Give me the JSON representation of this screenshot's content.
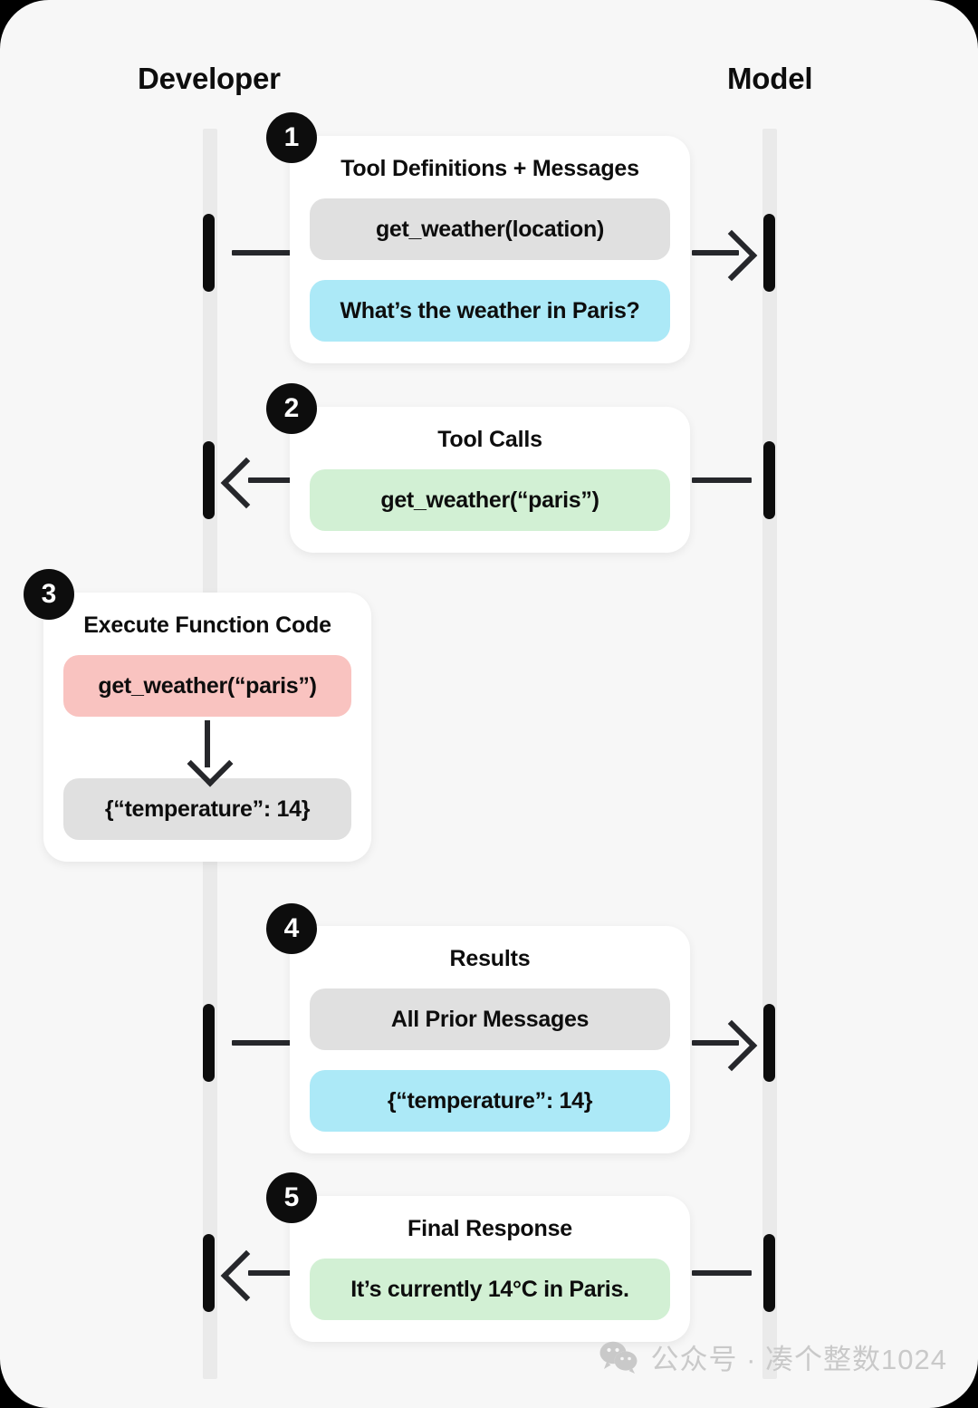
{
  "columns": {
    "developer": "Developer",
    "model": "Model"
  },
  "steps": [
    {
      "number": "1",
      "title": "Tool Definitions + Messages",
      "items": [
        {
          "text": "get_weather(location)",
          "color": "gray"
        },
        {
          "text": "What’s the weather in Paris?",
          "color": "blue"
        }
      ],
      "direction": "right"
    },
    {
      "number": "2",
      "title": "Tool Calls",
      "items": [
        {
          "text": "get_weather(“paris”)",
          "color": "green"
        }
      ],
      "direction": "left"
    },
    {
      "number": "3",
      "title": "Execute Function Code",
      "items": [
        {
          "text": "get_weather(“paris”)",
          "color": "red"
        },
        {
          "text": "{“temperature”: 14}",
          "color": "gray"
        }
      ],
      "direction": "down"
    },
    {
      "number": "4",
      "title": "Results",
      "items": [
        {
          "text": "All Prior Messages",
          "color": "gray"
        },
        {
          "text": "{“temperature”: 14}",
          "color": "blue"
        }
      ],
      "direction": "right"
    },
    {
      "number": "5",
      "title": "Final Response",
      "items": [
        {
          "text": "It’s currently 14°C in Paris.",
          "color": "green"
        }
      ],
      "direction": "left"
    }
  ],
  "watermark": {
    "icon": "wechat-icon",
    "text": "公众号 · 凑个整数1024"
  },
  "colors": {
    "background": "#000000",
    "panel": "#f7f7f7",
    "card": "#ffffff",
    "lifeline": "#eaeaea",
    "ink": "#0d0d0d",
    "gray_pill": "#e0e0e0",
    "blue_pill": "#ace9f7",
    "green_pill": "#d2f0d4",
    "red_pill": "#f9c3c0"
  }
}
